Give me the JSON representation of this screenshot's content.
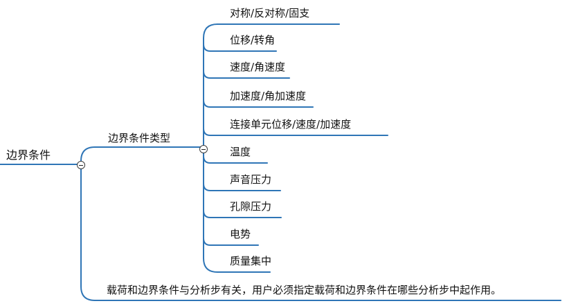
{
  "mindmap": {
    "root": {
      "label": "边界条件",
      "toggle": "collapse"
    },
    "branch": {
      "label": "边界条件类型",
      "toggle": "collapse"
    },
    "children": [
      "对称/反对称/固支",
      "位移/转角",
      "速度/角速度",
      "加速度/角加速度",
      "连接单元位移/速度/加速度",
      "温度",
      "声音压力",
      "孔隙压力",
      "电势",
      "质量集中"
    ],
    "note": "载荷和边界条件与分析步有关，用户必须指定载荷和边界条件在哪些分析步中起作用。"
  },
  "colors": {
    "line": "#2e75b6",
    "text": "#111111",
    "background": "#ffffff"
  }
}
